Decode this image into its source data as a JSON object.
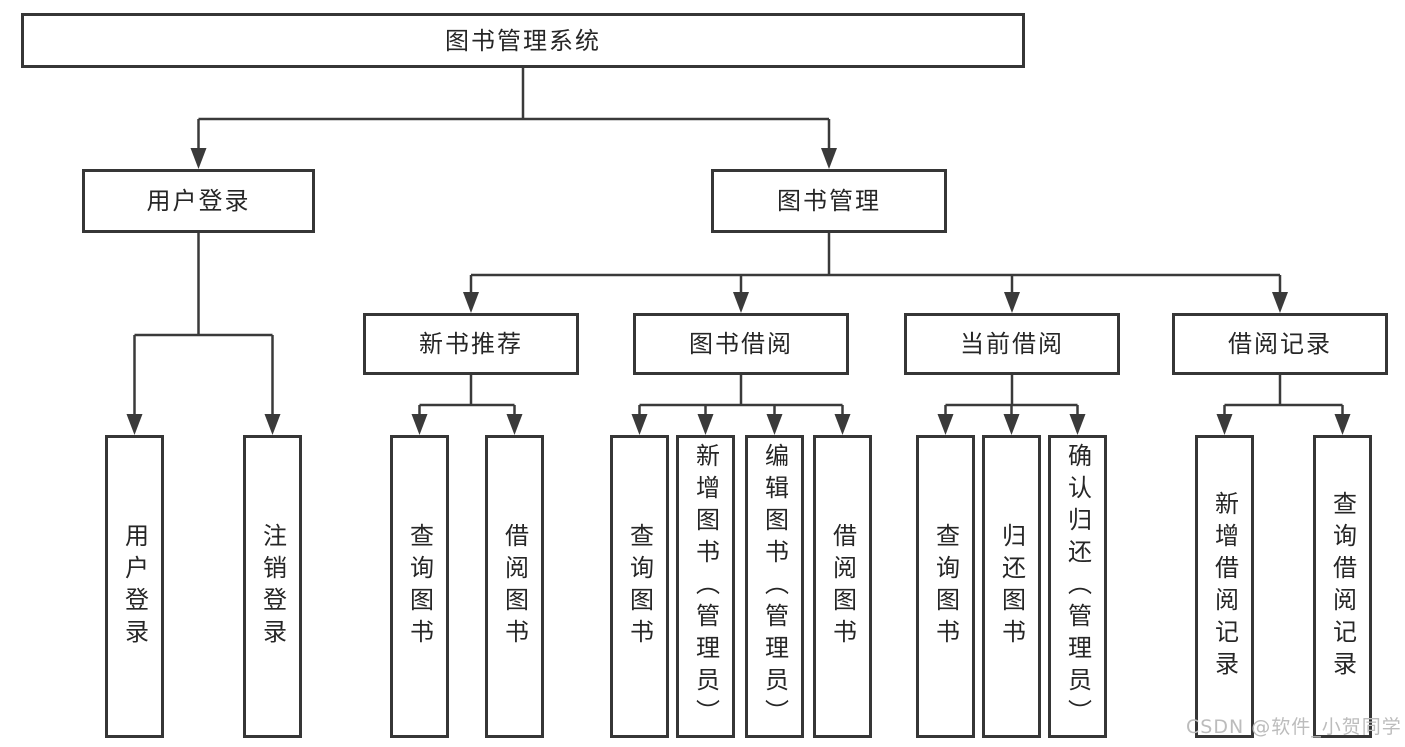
{
  "diagram": {
    "title": "图书管理系统",
    "branches": [
      {
        "label": "用户登录",
        "children": [
          "用户登录",
          "注销登录"
        ]
      },
      {
        "label": "图书管理",
        "sections": [
          {
            "label": "新书推荐",
            "children": [
              "查询图书",
              "借阅图书"
            ]
          },
          {
            "label": "图书借阅",
            "children": [
              "查询图书",
              "新增图书（管理员）",
              "编辑图书（管理员）",
              "借阅图书"
            ]
          },
          {
            "label": "当前借阅",
            "children": [
              "查询图书",
              "归还图书",
              "确认归还（管理员）"
            ]
          },
          {
            "label": "借阅记录",
            "children": [
              "新增借阅记录",
              "查询借阅记录"
            ]
          }
        ]
      }
    ]
  },
  "watermark": {
    "text": "CSDN @软件_小贺同学",
    "color": "#bcbcbc"
  },
  "colors": {
    "line": "#3a3a3a",
    "box_border": "#363636",
    "text": "#262626",
    "background": "#ffffff"
  }
}
